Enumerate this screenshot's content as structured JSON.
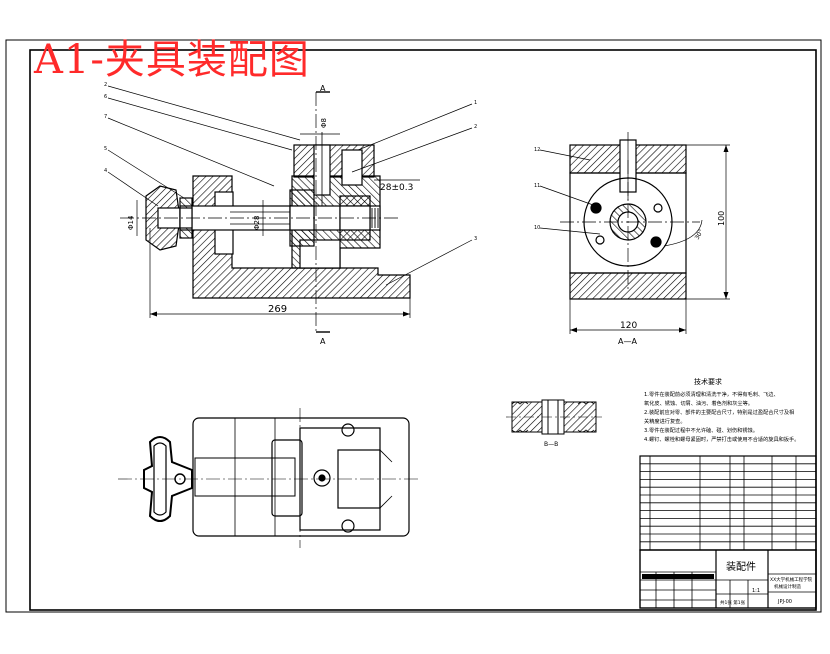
{
  "title": "A1-夹具装配图",
  "colors": {
    "title": "#ff2a2a",
    "line": "#000000",
    "hatch": "#000000",
    "paper": "#ffffff"
  },
  "front_view": {
    "section_mark_top": "A",
    "section_mark_bottom": "A",
    "dim_overall": "269",
    "dim_slot": "28±0.3",
    "dim_phi_top": "Φ8",
    "dim_shaft": "Φ28",
    "dim_small": "Φ14",
    "part_numbers_left": [
      "2",
      "6",
      "7",
      "5",
      "4"
    ],
    "part_numbers_right": [
      "1",
      "2",
      "3"
    ]
  },
  "side_view": {
    "caption": "A—A",
    "dim_width": "120",
    "dim_height": "100",
    "dim_angle": "30°",
    "part_numbers": [
      "12",
      "11",
      "10"
    ]
  },
  "section_bb": {
    "caption": "B—B"
  },
  "tech_requirements": {
    "heading": "技术要求",
    "lines": [
      "1.零件在装配前必须清理和清洗干净，不得有毛刺、飞边、",
      "  氧化皮、锈蚀、切屑、油污、着色剂和灰尘等。",
      "2.装配前应对零、部件的主要配合尺寸，特别是过盈配合尺寸及相",
      "  关精度进行复查。",
      "3.零件在装配过程中不允许磕、碰、划伤和锈蚀。",
      "4.螺钉、螺栓和螺母紧固时，严禁打击或使用不合适的旋具和扳手。"
    ]
  },
  "title_block": {
    "drawing_name": "装配件",
    "school_line1": "XX大学机械工程学院",
    "school_line2": "机械设计制造",
    "drawing_code": "JPJ-00",
    "scale": "1:1",
    "sheet": "共1张 第1张"
  }
}
